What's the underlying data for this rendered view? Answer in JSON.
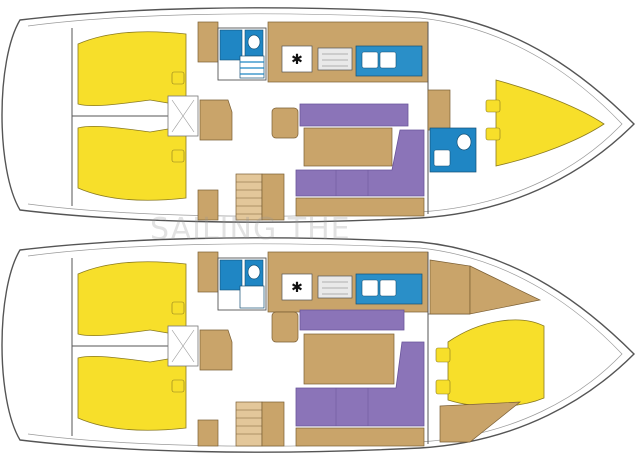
{
  "image": {
    "kind": "yacht-deck-plan",
    "layouts": 2
  },
  "watermark": "SAILING THE",
  "colors": {
    "hull": "#ffffff",
    "outline": "#555555",
    "berth": "#f7df2a",
    "wood": "#c9a46a",
    "wood_dark": "#a98452",
    "settee": "#8b74b8",
    "settee_dark": "#6a559a",
    "head": "#1f86c4",
    "galley_counter": "#2a8fc8",
    "stove": "#e9e9e9"
  },
  "layouts": [
    {
      "name": "layout-a",
      "icons": [
        "stove-icon",
        "sink-icon",
        "toilet-icon",
        "shower-icon"
      ]
    },
    {
      "name": "layout-b",
      "icons": [
        "stove-icon",
        "sink-icon",
        "toilet-icon"
      ]
    }
  ]
}
